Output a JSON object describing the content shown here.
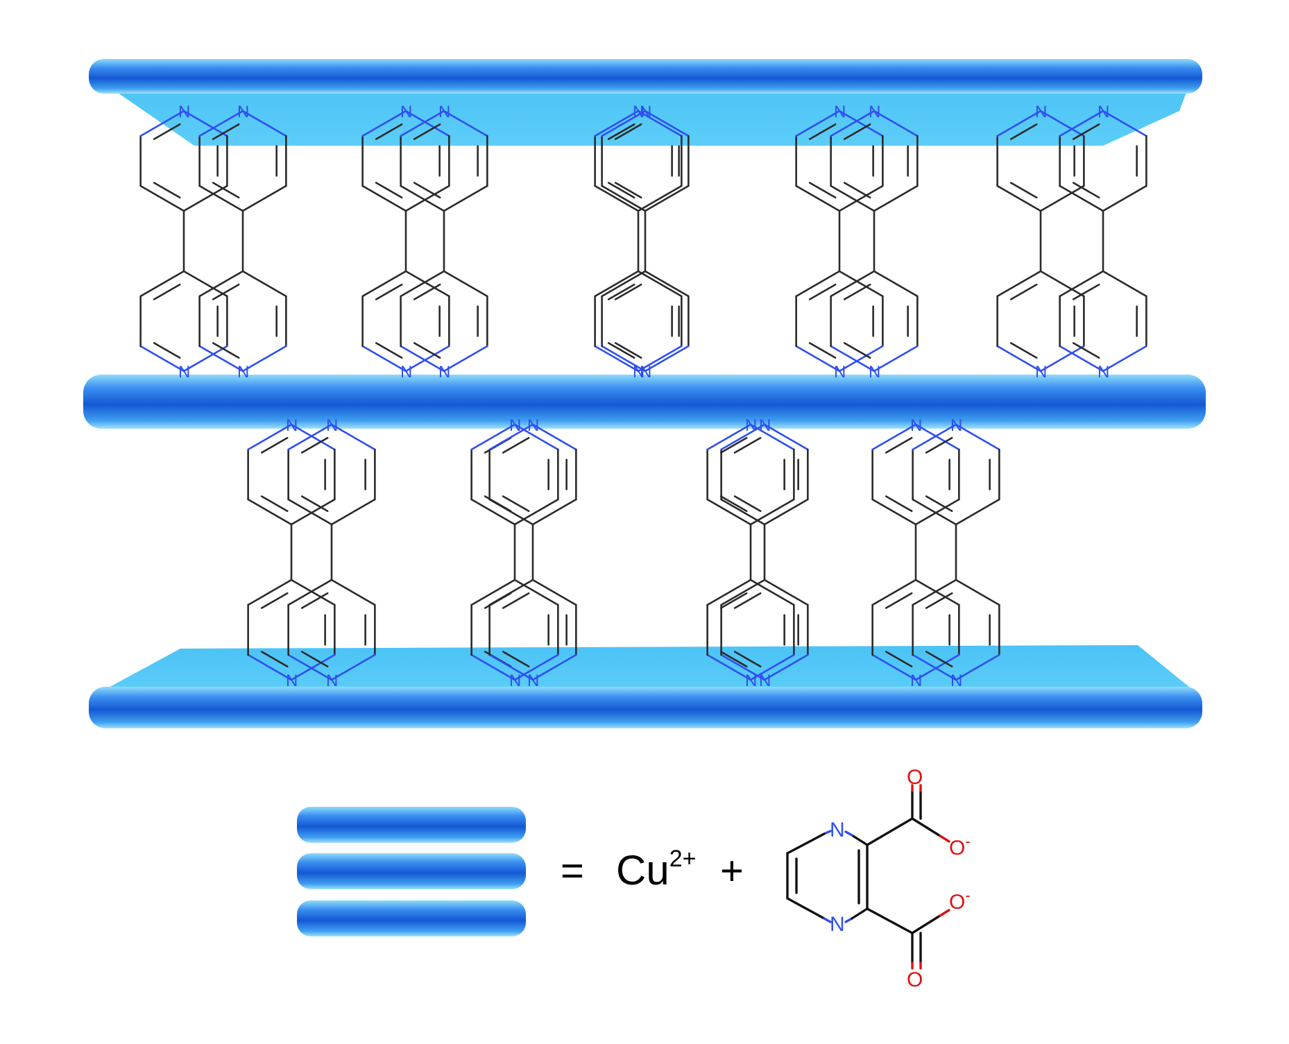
{
  "atoms": {
    "nitrogen": "N",
    "oxygen": "O",
    "anion_charge": "-"
  },
  "legend": {
    "equals": "=",
    "metal": "Cu",
    "metal_charge": "2+",
    "plus": "+"
  },
  "colors": {
    "layer_light": "#55c8f5",
    "layer_dark": "#1760d8",
    "nitrogen": "#2f4ff0",
    "oxygen": "#e01010",
    "bond": "#2a2a2a"
  }
}
